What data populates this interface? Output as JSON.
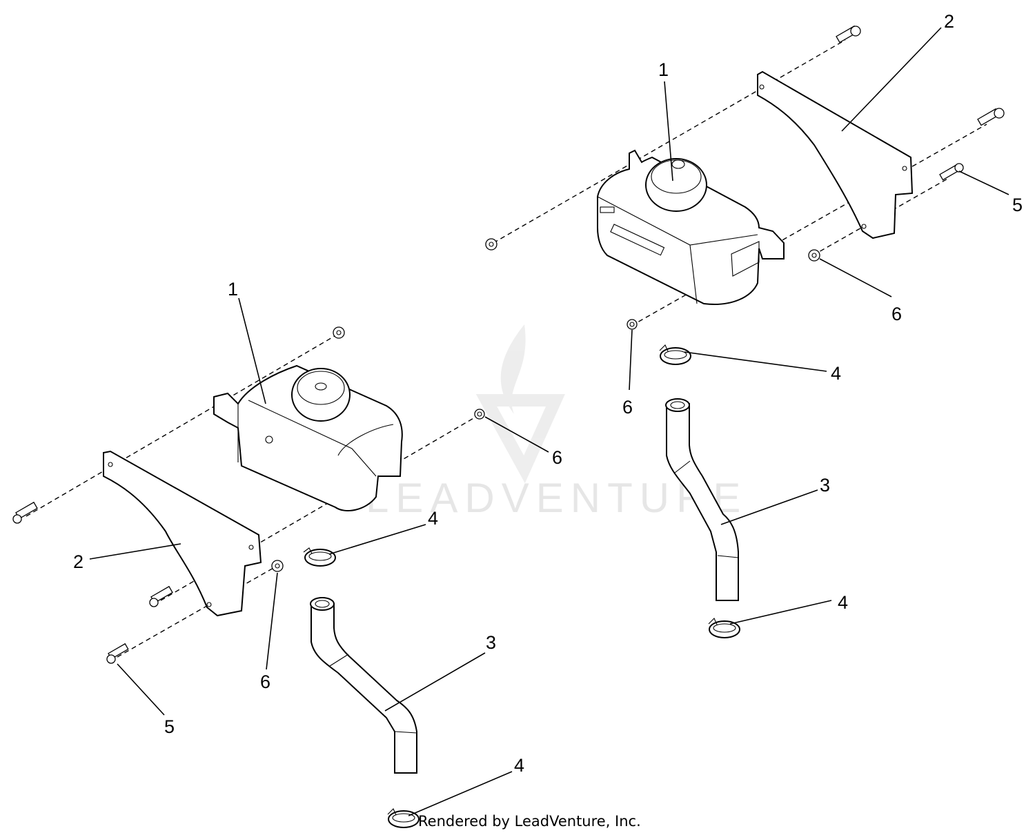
{
  "diagram": {
    "watermark": "LEADVENTURE",
    "credit": "Rendered by LeadVenture, Inc.",
    "callouts": {
      "left_tank": "1",
      "left_bracket": "2",
      "left_hose": "3",
      "left_clamp_top": "4",
      "left_clamp_bottom": "4",
      "left_bolt": "5",
      "left_nut_right": "6",
      "left_nut_bottom": "6",
      "right_tank": "1",
      "right_bracket": "2",
      "right_hose": "3",
      "right_clamp_top": "4",
      "right_clamp_bottom": "4",
      "right_bolt": "5",
      "right_nut_right": "6",
      "right_nut_bottom": "6"
    }
  }
}
